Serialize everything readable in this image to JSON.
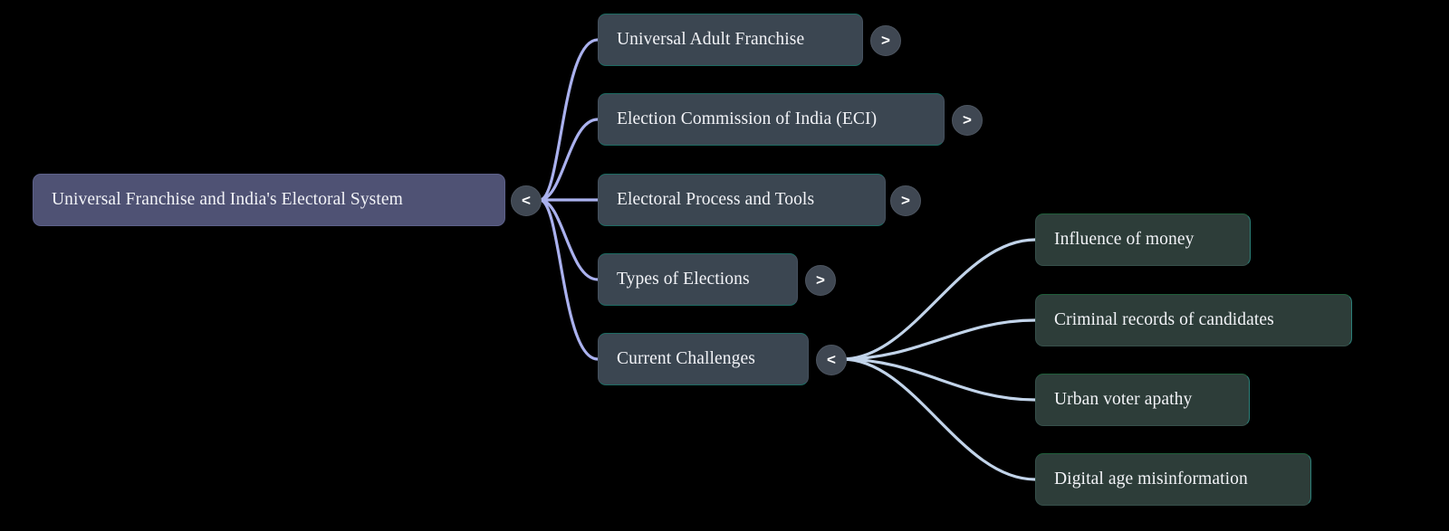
{
  "diagram": {
    "type": "mindmap",
    "background_color": "#000000",
    "root": {
      "label": "Universal Franchise and India's Electoral System",
      "toggle_label": "<",
      "toggle_state": "expanded",
      "color": "#4f5274"
    },
    "branches": [
      {
        "label": "Universal Adult Franchise",
        "toggle_label": ">",
        "toggle_state": "collapsed",
        "color": "#3b4651"
      },
      {
        "label": "Election Commission of India (ECI)",
        "toggle_label": ">",
        "toggle_state": "collapsed",
        "color": "#3b4651"
      },
      {
        "label": "Electoral Process and Tools",
        "toggle_label": ">",
        "toggle_state": "collapsed",
        "color": "#3b4651"
      },
      {
        "label": "Types of Elections",
        "toggle_label": ">",
        "toggle_state": "collapsed",
        "color": "#3b4651"
      },
      {
        "label": "Current Challenges",
        "toggle_label": "<",
        "toggle_state": "expanded",
        "color": "#3b4651"
      }
    ],
    "leaves": [
      {
        "label": "Influence of money",
        "color": "#2d3d39"
      },
      {
        "label": "Criminal records of candidates",
        "color": "#2d3d39"
      },
      {
        "label": "Urban voter apathy",
        "color": "#2d3d39"
      },
      {
        "label": "Digital age misinformation",
        "color": "#2d3d39"
      }
    ],
    "edge_colors": {
      "level1": "#aab1ee",
      "level2": "#c2d4ea"
    }
  }
}
